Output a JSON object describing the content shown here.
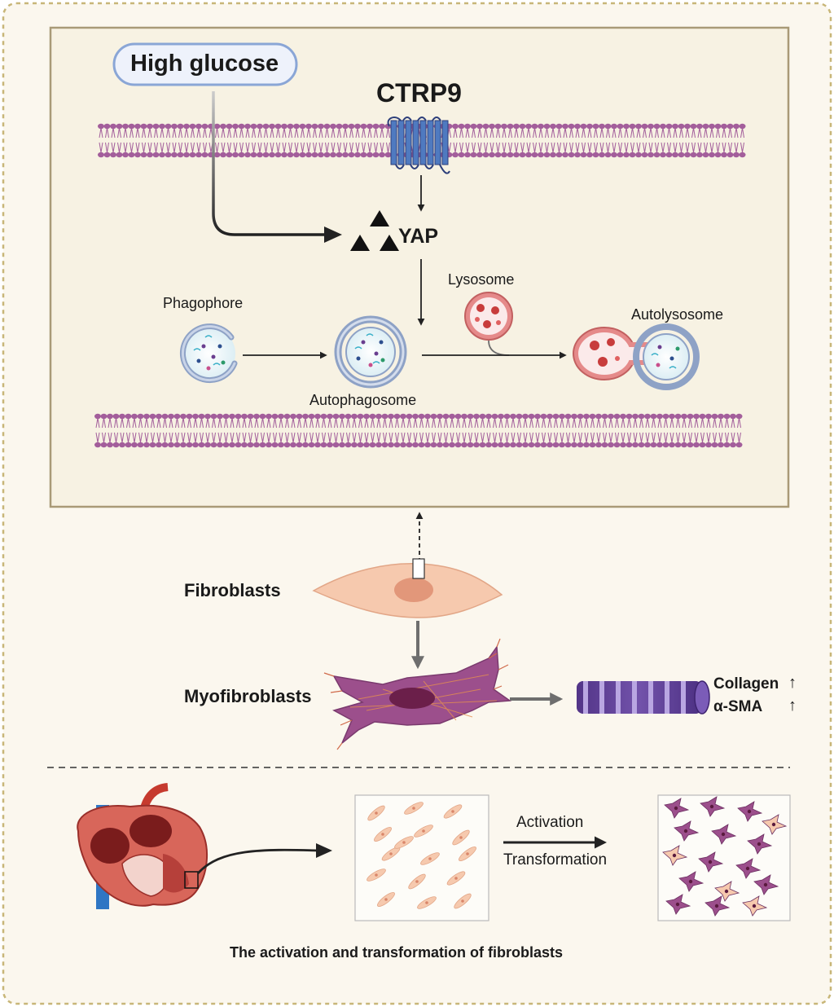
{
  "pathway": {
    "stimulus": "High glucose",
    "receptor": "CTRP9",
    "effector": "YAP",
    "phagophore": "Phagophore",
    "autophagosome": "Autophagosome",
    "lysosome": "Lysosome",
    "autolysosome": "Autolysosome"
  },
  "cells": {
    "fibroblasts": "Fibroblasts",
    "myofibroblasts": "Myofibroblasts",
    "marker_collagen": "Collagen",
    "marker_asma": "α-SMA",
    "up_arrow": "↑"
  },
  "bottom": {
    "activation": "Activation",
    "transformation": "Transformation",
    "caption": "The activation and transformation of fibroblasts"
  },
  "colors": {
    "background": "#fbf7ee",
    "frame": "#c8b678",
    "membrane": "#a35e9b",
    "receptor": "#4f7ac0",
    "fibroblast": "#f6c9ae",
    "myofibroblast": "#9c4f8c",
    "lysosome": "#e27b7b"
  }
}
